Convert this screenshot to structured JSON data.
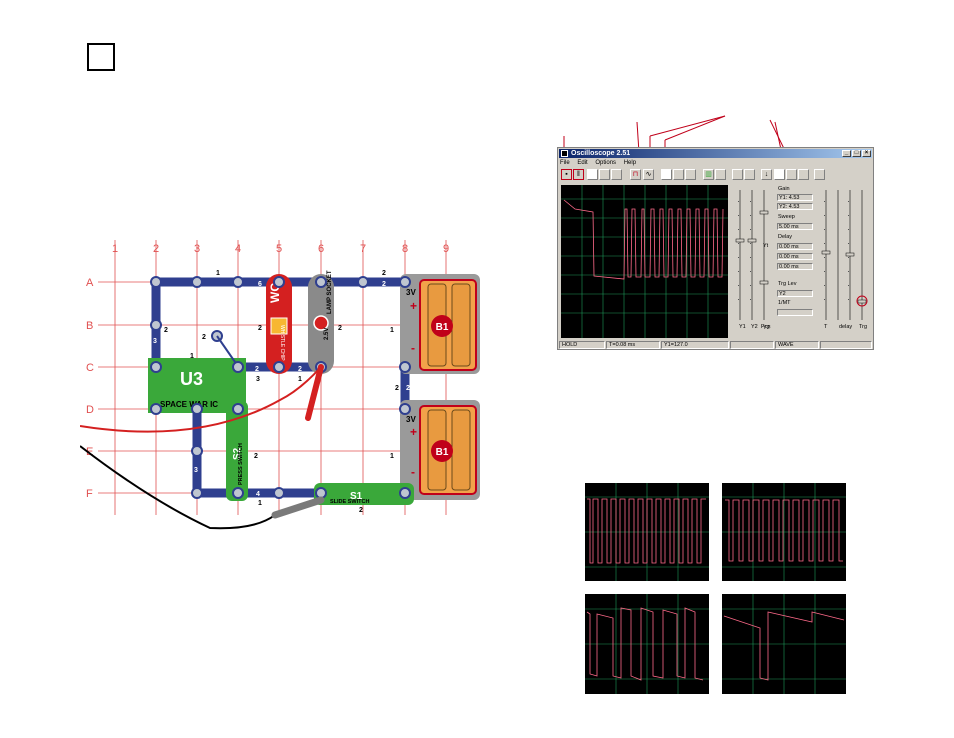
{
  "step_box": "",
  "circuit": {
    "columns": [
      "1",
      "2",
      "3",
      "4",
      "5",
      "6",
      "7",
      "8",
      "9"
    ],
    "rows": [
      "A",
      "B",
      "C",
      "D",
      "E",
      "F"
    ],
    "u3_label": "U3",
    "u3_name": "SPACE WAR IC",
    "wc_label": "WC",
    "wc_name": "WHISTLE CHIP",
    "lamp_volt": "2.5V",
    "lamp_name": "LAMP SOCKET",
    "s2_label": "S2",
    "s2_name": "PRESS SWITCH",
    "s1_label": "S1",
    "s1_name": "SLIDE SWITCH",
    "b1_label": "B1",
    "batt_volt": "3V",
    "plus": "+",
    "minus": "-",
    "num_1": "1",
    "num_2": "2",
    "num_3": "3",
    "num_4": "4",
    "num_5": "5",
    "num_6": "6"
  },
  "osc": {
    "title": "Oscilloscope 2.51",
    "menu": {
      "file": "File",
      "edit": "Edit",
      "options": "Options",
      "help": "Help"
    },
    "window_buttons": {
      "min": "_",
      "max": "□",
      "close": "×"
    },
    "panel": {
      "gain": "Gain",
      "y1": "Y1: 4.53",
      "y2": "Y2: 4.53",
      "sweep": "Sweep",
      "sweep_val": "5.00 ms",
      "delay": "Delay",
      "delay_1": "0.00 ms",
      "delay_2": "0.00 ms",
      "delay_3": "0.00 ms",
      "trg_lev": "Trg Lev",
      "trg_y": "Y2",
      "trg_mode": "1/MT"
    },
    "slider_labels": {
      "yt": "Yt",
      "y2": "Y2",
      "y1_bottom": "Y1",
      "y2_bottom": "Y2",
      "pos": "Pos",
      "t": "T",
      "delay": "delay",
      "trg": "Trg"
    },
    "status": {
      "hold": "HOLD",
      "t": "T=0.08 ms",
      "y1": "Y1=127.0",
      "wave": "WAVE"
    }
  },
  "colors": {
    "bus_blue": "#2f3f8f",
    "u3_green": "#3aa83a",
    "wc_red": "#d42020",
    "grid_red": "#e05050",
    "battery_orange": "#f2a24a",
    "scope_grid": "#1e9a5a",
    "trace_pink": "#ff6a8a",
    "callout_red": "#c0001a"
  }
}
